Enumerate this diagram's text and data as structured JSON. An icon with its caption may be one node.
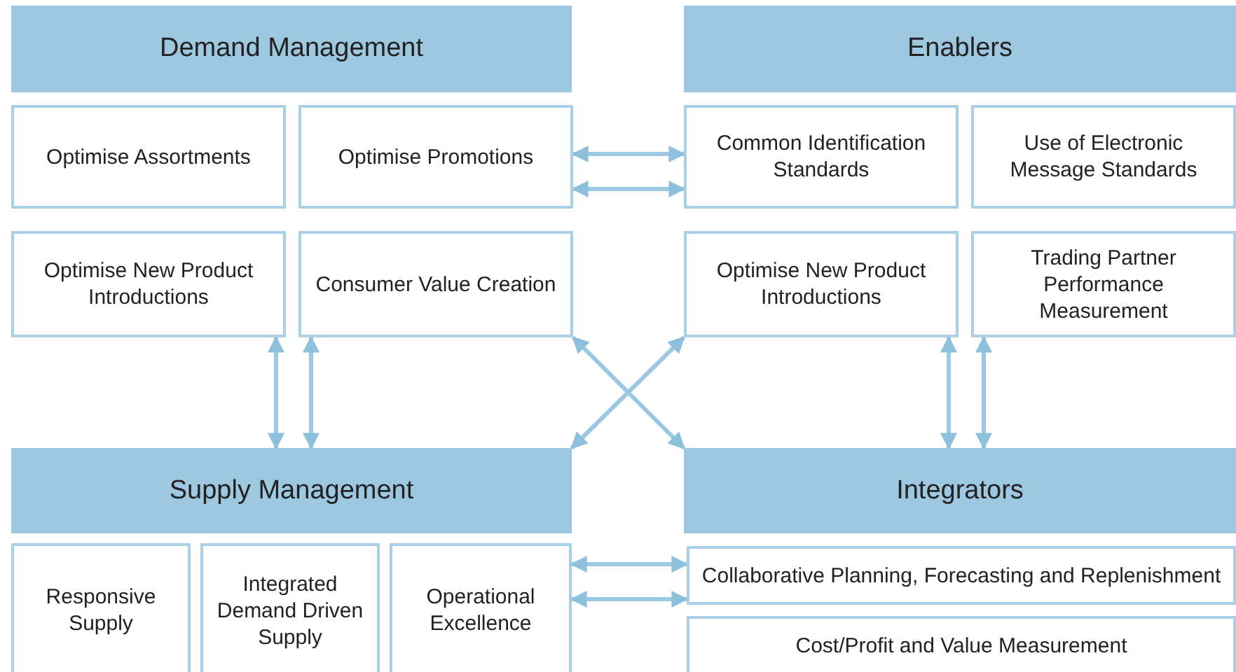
{
  "diagram": {
    "nodes": [
      {
        "text": [
          "Demand Management"
        ]
      },
      {
        "text": [
          "Enablers"
        ]
      },
      {
        "text": [
          "Optimise Assortments"
        ]
      },
      {
        "text": [
          "Optimise Promotions"
        ]
      },
      {
        "text": [
          "Common Identification Standards"
        ]
      },
      {
        "text": [
          "Use of Electronic Message Standards"
        ]
      },
      {
        "text": [
          "Optimise New Product Introductions"
        ]
      },
      {
        "text": [
          "Consumer Value Creation"
        ]
      },
      {
        "text": [
          "Optimise New Product Introductions"
        ]
      },
      {
        "text": [
          "Trading Partner Performance Measurement"
        ]
      },
      {
        "text": [
          "Supply Management"
        ]
      },
      {
        "text": [
          "Integrators"
        ]
      },
      {
        "text": [
          "Responsive Supply"
        ]
      },
      {
        "text": [
          "Integrated Demand Driven Supply"
        ]
      },
      {
        "text": [
          "Operational Excellence"
        ]
      },
      {
        "text": [
          "Collaborative Planning, Forecasting and Replenishment"
        ]
      },
      {
        "text": [
          "Cost/Profit and Value Measurement"
        ]
      }
    ],
    "edges": [
      {
        "from": 3,
        "to": 4,
        "arrow": "both"
      },
      {
        "from": 3,
        "to": 4,
        "arrow": "both"
      },
      {
        "from": 6,
        "to": 10,
        "arrow": "both"
      },
      {
        "from": 7,
        "to": 10,
        "arrow": "both"
      },
      {
        "from": 8,
        "to": 11,
        "arrow": "both"
      },
      {
        "from": 9,
        "to": 11,
        "arrow": "both"
      },
      {
        "from": 7,
        "to": 11,
        "arrow": "both"
      },
      {
        "from": 8,
        "to": 10,
        "arrow": "both"
      },
      {
        "from": 14,
        "to": 15,
        "arrow": "both"
      },
      {
        "from": 14,
        "to": 15,
        "arrow": "both"
      }
    ]
  }
}
